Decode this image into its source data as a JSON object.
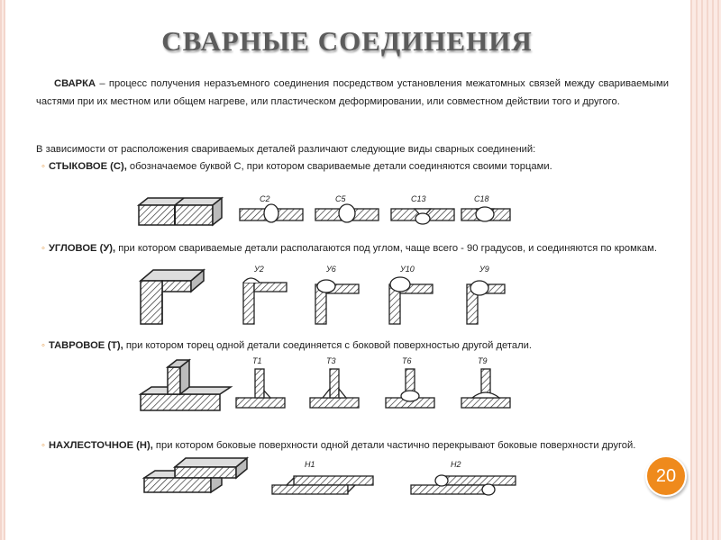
{
  "slide": {
    "title": "СВАРНЫЕ СОЕДИНЕНИЯ",
    "definition": {
      "term": "СВАРКА",
      "text": " – процесс получения неразъемного соединения посредством установления межатомных связей между свариваемыми частями при их местном или общем нагреве, или пластическом деформировании, или совместном действии того и другого."
    },
    "intro": "В зависимости от расположения свариваемых деталей различают следующие виды сварных соединений:",
    "items": [
      {
        "title": "СТЫКОВОЕ (С),",
        "text": " обозначаемое буквой С, при котором свариваемые детали соединяются своими торцами.",
        "labels": [
          "С2",
          "С5",
          "С13",
          "С18"
        ]
      },
      {
        "title": "УГЛОВОЕ (У),",
        "text": " при котором свариваемые детали располагаются под углом, чаще всего - 90 градусов, и соединяются по кромкам.",
        "labels": [
          "У2",
          "У6",
          "У10",
          "У9"
        ]
      },
      {
        "title": "ТАВРОВОЕ (Т),",
        "text": " при котором торец одной детали соединяется с боковой поверхностью другой детали.",
        "labels": [
          "Т1",
          "Т3",
          "Т6",
          "Т9"
        ]
      },
      {
        "title": "НАХЛЕСТОЧНОЕ (Н),",
        "text": " при котором боковые поверхности одной детали частично перекрывают боковые поверхности другой.",
        "labels": [
          "Н1",
          "Н2"
        ]
      }
    ],
    "page_number": "20",
    "colors": {
      "title": "#5c5c5c",
      "bullet": "#e08a2b",
      "badge": "#ef8a1c",
      "stripe": "#f3d6cc"
    }
  }
}
